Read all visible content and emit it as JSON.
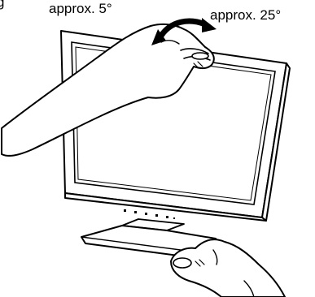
{
  "diagram": {
    "title_fragment": "g",
    "tilt_back_label": "approx. 5°",
    "tilt_forward_label": "approx. 25°"
  },
  "colors": {
    "line": "#000000",
    "fill": "#ffffff"
  }
}
